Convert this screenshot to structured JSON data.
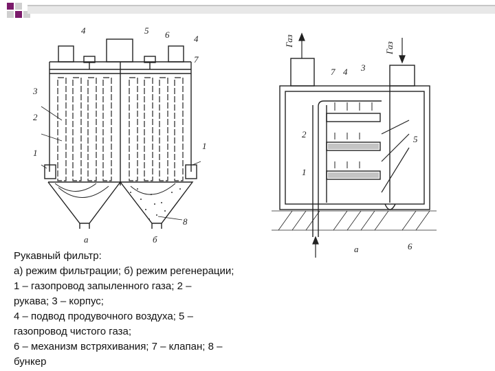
{
  "caption": {
    "line1": "Рукавный фильтр:",
    "line2": "а) режим фильтрации; б) режим регенерации;",
    "line3": "1 – газопровод запыленного газа; 2 –",
    "line4": "рукава; 3 – корпус;",
    "line5": "4 – подвод продувочного воздуха; 5 –",
    "line6": "газопровод чистого газа;",
    "line7": "6 – механизм встряхивания; 7 – клапан; 8 –",
    "line8": "бункер"
  },
  "left_figure": {
    "labels": {
      "n4a": "4",
      "n5": "5",
      "n6": "6",
      "n4b": "4",
      "n7": "7",
      "n3": "3",
      "n2": "2",
      "n1a": "1",
      "n1b": "1",
      "n8": "8",
      "sub_a": "а",
      "sub_b": "б"
    }
  },
  "right_figure": {
    "labels": {
      "gas_out": "Газ",
      "gas_in": "Газ",
      "n7": "7",
      "n4": "4",
      "n3": "3",
      "n2": "2",
      "n1": "1",
      "n5": "5",
      "n6": "6",
      "sub_a": "а"
    }
  },
  "colors": {
    "deco_purple": "#7a1a6a",
    "deco_gray": "#cfcfcf",
    "line": "#222222"
  }
}
